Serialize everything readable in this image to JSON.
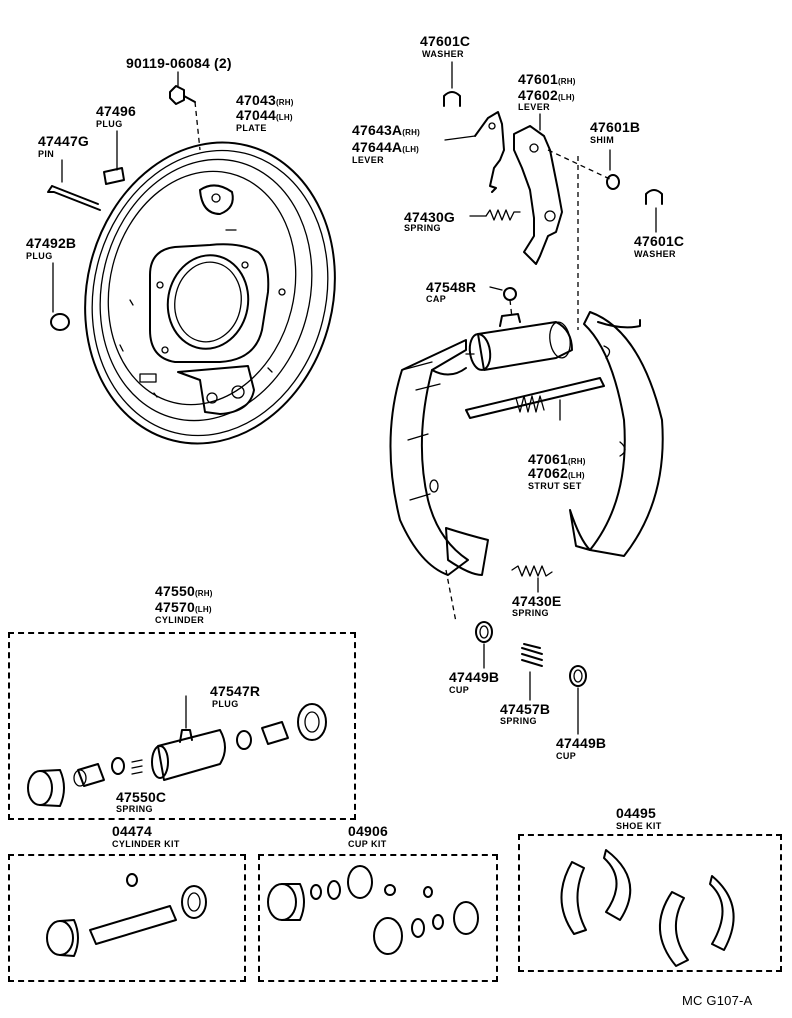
{
  "parts": {
    "bolt": {
      "number": "90119-06084 (2)"
    },
    "plug_47496": {
      "number": "47496",
      "name": "PLUG"
    },
    "pin": {
      "number": "47447G",
      "name": "PIN"
    },
    "plug_47492": {
      "number": "47492B",
      "name": "PLUG"
    },
    "plate": {
      "rh_number": "47043",
      "rh_suffix": "(RH)",
      "lh_number": "47044",
      "lh_suffix": "(LH)",
      "name": "PLATE"
    },
    "washer_top": {
      "number": "47601C",
      "name": "WASHER"
    },
    "lever_a": {
      "rh_number": "47643A",
      "rh_suffix": "(RH)",
      "lh_number": "47644A",
      "lh_suffix": "(LH)",
      "name": "LEVER"
    },
    "lever": {
      "rh_number": "47601",
      "rh_suffix": "(RH)",
      "lh_number": "47602",
      "lh_suffix": "(LH)",
      "name": "LEVER"
    },
    "shim": {
      "number": "47601B",
      "name": "SHIM"
    },
    "spring_g": {
      "number": "47430G",
      "name": "SPRING"
    },
    "washer_right": {
      "number": "47601C",
      "name": "WASHER"
    },
    "cap": {
      "number": "47548R",
      "name": "CAP"
    },
    "strut": {
      "rh_number": "47061",
      "rh_suffix": "(RH)",
      "lh_number": "47062",
      "lh_suffix": "(LH)",
      "name": "STRUT SET"
    },
    "spring_e": {
      "number": "47430E",
      "name": "SPRING"
    },
    "cylinder": {
      "rh_number": "47550",
      "rh_suffix": "(RH)",
      "lh_number": "47570",
      "lh_suffix": "(LH)",
      "name": "CYLINDER"
    },
    "plug_47547": {
      "number": "47547R",
      "name": "PLUG"
    },
    "spring_c": {
      "number": "47550C",
      "name": "SPRING"
    },
    "cup_left": {
      "number": "47449B",
      "name": "CUP"
    },
    "spring_457": {
      "number": "47457B",
      "name": "SPRING"
    },
    "cup_right": {
      "number": "47449B",
      "name": "CUP"
    },
    "cylinder_kit": {
      "number": "04474",
      "name": "CYLINDER KIT"
    },
    "cup_kit": {
      "number": "04906",
      "name": "CUP KIT"
    },
    "shoe_kit": {
      "number": "04495",
      "name": "SHOE KIT"
    }
  },
  "diagram_code": "MC G107-A"
}
